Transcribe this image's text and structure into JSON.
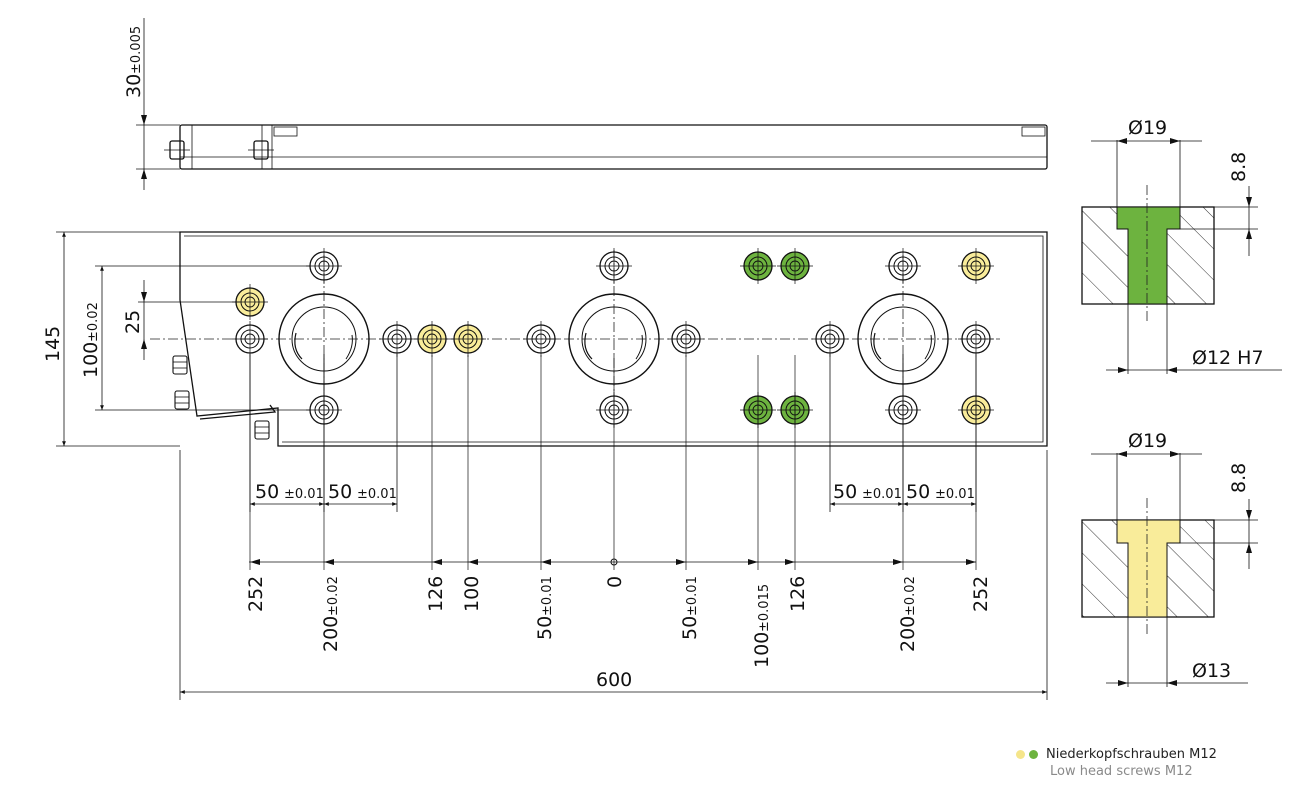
{
  "colors": {
    "yellow": "#f5e58a",
    "yellow_fill": "#f9ec9a",
    "green": "#6db33f",
    "line": "#111111"
  },
  "side_view": {
    "thickness_value": "30",
    "thickness_tol": "±0.005"
  },
  "plan": {
    "height_value": "145",
    "inner_height_value": "100",
    "inner_height_tol": "±0.02",
    "offset_value": "25",
    "overall_length": "600"
  },
  "pitch_dims": [
    {
      "value": "50",
      "tol": "±0.01"
    },
    {
      "value": "50",
      "tol": "±0.01"
    },
    {
      "value": "50",
      "tol": "±0.01"
    },
    {
      "value": "50",
      "tol": "±0.01"
    }
  ],
  "x_positions": [
    {
      "value": "252",
      "tol": ""
    },
    {
      "value": "200",
      "tol": "±0.02"
    },
    {
      "value": "126",
      "tol": ""
    },
    {
      "value": "100",
      "tol": ""
    },
    {
      "value": "50",
      "tol": "±0.01"
    },
    {
      "value": "0",
      "tol": ""
    },
    {
      "value": "50",
      "tol": "±0.01"
    },
    {
      "value": "100",
      "tol": "±0.015"
    },
    {
      "value": "126",
      "tol": ""
    },
    {
      "value": "200",
      "tol": "±0.02"
    },
    {
      "value": "252",
      "tol": ""
    }
  ],
  "detail_top": {
    "head_dia": "Ø19",
    "depth": "8.8",
    "bore_dia": "Ø12 H7"
  },
  "detail_bottom": {
    "head_dia": "Ø19",
    "depth": "8.8",
    "bore_dia": "Ø13"
  },
  "legend": {
    "line1": "Niederkopfschrauben M12",
    "line2": "Low head screws M12"
  }
}
